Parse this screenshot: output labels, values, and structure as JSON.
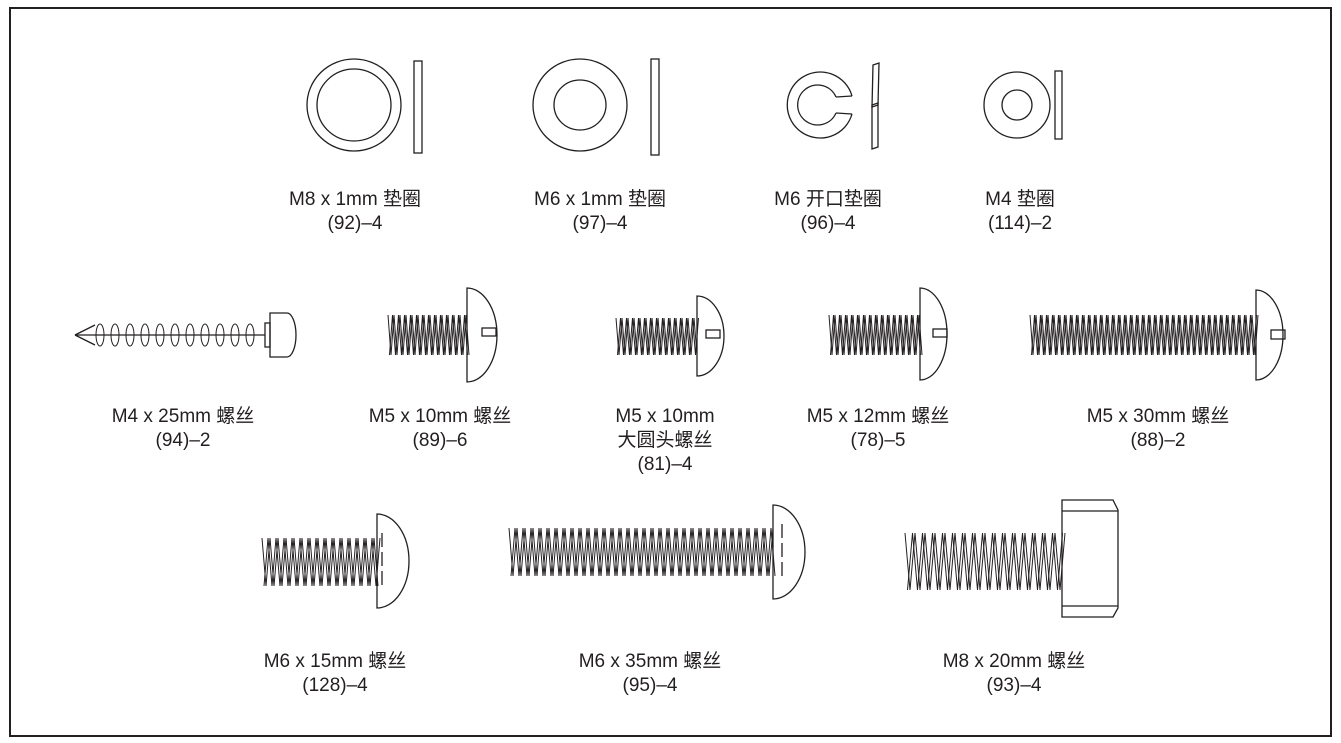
{
  "title": "",
  "parts": [
    {
      "id": "washer-m8",
      "name": "M8 x 1mm  垫圈",
      "code": "(92)–4"
    },
    {
      "id": "washer-m6",
      "name": "M6 x 1mm  垫圈",
      "code": "(97)–4"
    },
    {
      "id": "split-washer-m6",
      "name": "M6  开口垫圈",
      "code": "(96)–4"
    },
    {
      "id": "washer-m4",
      "name": "M4  垫圈",
      "code": "(114)–2"
    },
    {
      "id": "screw-m4x25",
      "name": "M4 x 25mm  螺丝",
      "code": "(94)–2"
    },
    {
      "id": "screw-m5x10",
      "name": "M5 x 10mm  螺丝",
      "code": "(89)–6"
    },
    {
      "id": "screw-m5x10-large",
      "name": "M5 x 10mm",
      "name2": "大圆头螺丝",
      "code": "(81)–4"
    },
    {
      "id": "screw-m5x12",
      "name": "M5 x 12mm  螺丝",
      "code": "(78)–5"
    },
    {
      "id": "screw-m5x30",
      "name": "M5 x 30mm  螺丝",
      "code": "(88)–2"
    },
    {
      "id": "screw-m6x15",
      "name": "M6 x 15mm  螺丝",
      "code": "(128)–4"
    },
    {
      "id": "screw-m6x35",
      "name": "M6 x 35mm  螺丝",
      "code": "(95)–4"
    },
    {
      "id": "bolt-m8x20",
      "name": "M8 x 20mm  螺丝",
      "code": "(93)–4"
    }
  ]
}
